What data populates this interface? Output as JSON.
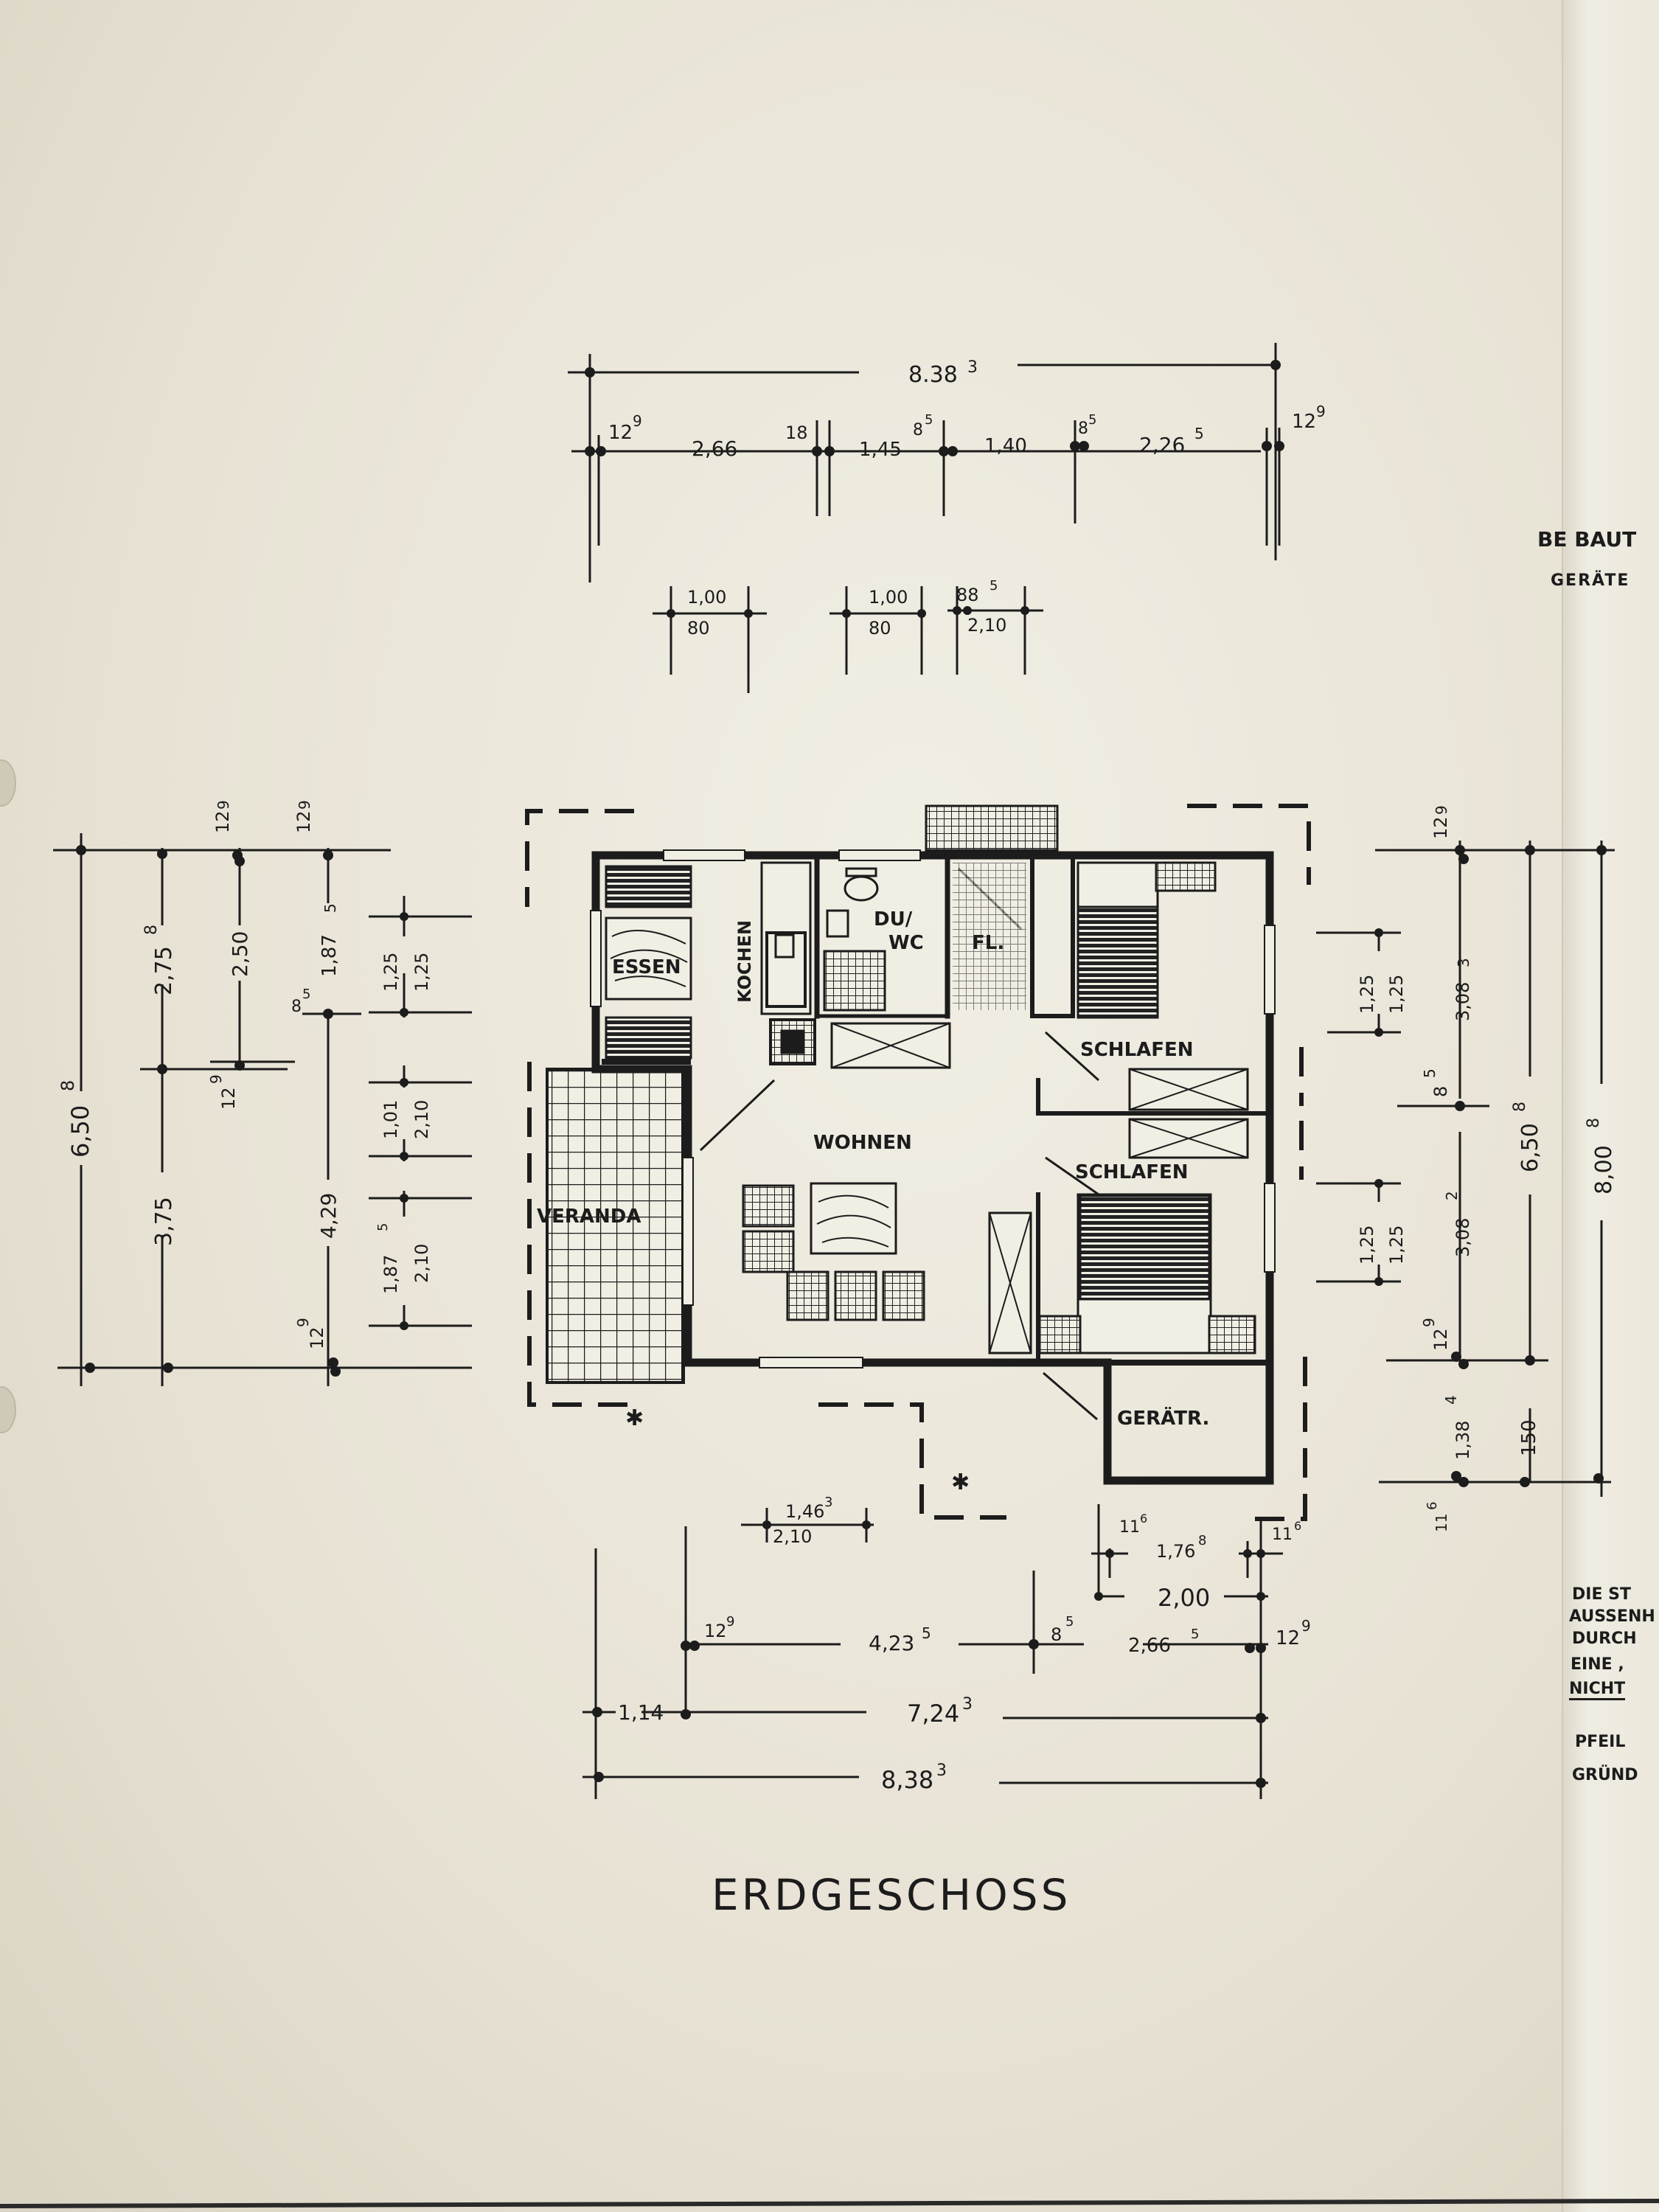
{
  "title": "ERDGESCHOSS",
  "rooms": {
    "essen": "ESSEN",
    "kochen": "KOCHEN",
    "du_wc": "DU/",
    "du_wc2": "WC",
    "flur": "FL.",
    "schlafen1": "SCHLAFEN",
    "schlafen2": "SCHLAFEN",
    "wohnen": "WOHNEN",
    "veranda": "VERANDA",
    "geraetr": "GERÄTR."
  },
  "dims_top": {
    "total": "8.38",
    "total_sup": "3",
    "wall_left": "12",
    "wall_left_sup": "9",
    "seg1": "2,66",
    "s2": "18",
    "seg2": "1,45",
    "seg2_sup": "8",
    "seg2_sup2": "5",
    "seg3": "1,40",
    "seg3_sup": "8",
    "seg3_sup2": "5",
    "seg4": "2,26",
    "seg4_sup": "5",
    "wall_right": "12",
    "wall_right_sup": "9"
  },
  "openings_top": [
    {
      "w": "1,00",
      "h": "80"
    },
    {
      "w": "1,00",
      "h": "80"
    },
    {
      "w": "88",
      "w_sup": "5",
      "h": "2,10"
    }
  ],
  "dims_left": {
    "total": "6,50",
    "total_sup": "8",
    "a1": "2,75",
    "a1_sup": "8",
    "a2": "3,75",
    "b_top": "12",
    "b_top_sup": "9",
    "b1": "2,50",
    "b_mid": "12",
    "b_mid_sup": "9",
    "c_top": "12",
    "c_top_sup": "9",
    "c1": "1,87",
    "c1_sup": "5",
    "c_mid": "8",
    "c_mid_sup": "5",
    "c2": "4,29",
    "c_bot": "12",
    "c_bot_sup": "9",
    "w1a": "1,25",
    "w1b": "1,25",
    "w2a": "1,01",
    "w2b": "2,10",
    "w3a": "1,87",
    "w3a_sup": "5",
    "w3b": "2,10"
  },
  "dims_right": {
    "total1": "6,50",
    "total1_sup": "8",
    "total2": "8,00",
    "total2_sup": "8",
    "top_wall": "12",
    "top_wall_sup": "9",
    "r1": "3,08",
    "r1_sup": "3",
    "r_mid": "8",
    "r_mid_sup": "5",
    "r2": "3,08",
    "r2_sup": "2",
    "r_wall": "12",
    "r_wall_sup": "9",
    "r3": "1,38",
    "r3_sup": "4",
    "r_bot": "11",
    "r_bot_sup": "6",
    "r4": "150",
    "o1a": "1,25",
    "o1b": "1,25",
    "o2a": "1,25",
    "o2b": "1,25"
  },
  "dims_bottom": {
    "door_w": "1,46",
    "door_w_sup": "3",
    "door_h": "2,10",
    "g_left": "11",
    "g_left_sup": "6",
    "g_mid": "1,76",
    "g_mid_sup": "8",
    "g_right": "11",
    "g_right_sup": "6",
    "g_total": "2,00",
    "wall1": "12",
    "wall1_sup": "9",
    "seg1": "4,23",
    "seg1_sup": "5",
    "mid": "8",
    "mid_sup": "5",
    "seg2": "2,66",
    "seg2_sup": "5",
    "wall2": "12",
    "wall2_sup": "9",
    "veranda": "1,14",
    "house": "7,24",
    "house_sup": "3",
    "total": "8,38",
    "total_sup": "3"
  },
  "side_text": {
    "l1": "BE BAUT",
    "l2": "GERÄTE",
    "n1": "DIE  ST",
    "n2": "AUSSENH",
    "n3": "DURCH",
    "n4": "EINE  ,",
    "n5": "NICHT",
    "n6": "PFEIL",
    "n7": "GRÜND"
  }
}
